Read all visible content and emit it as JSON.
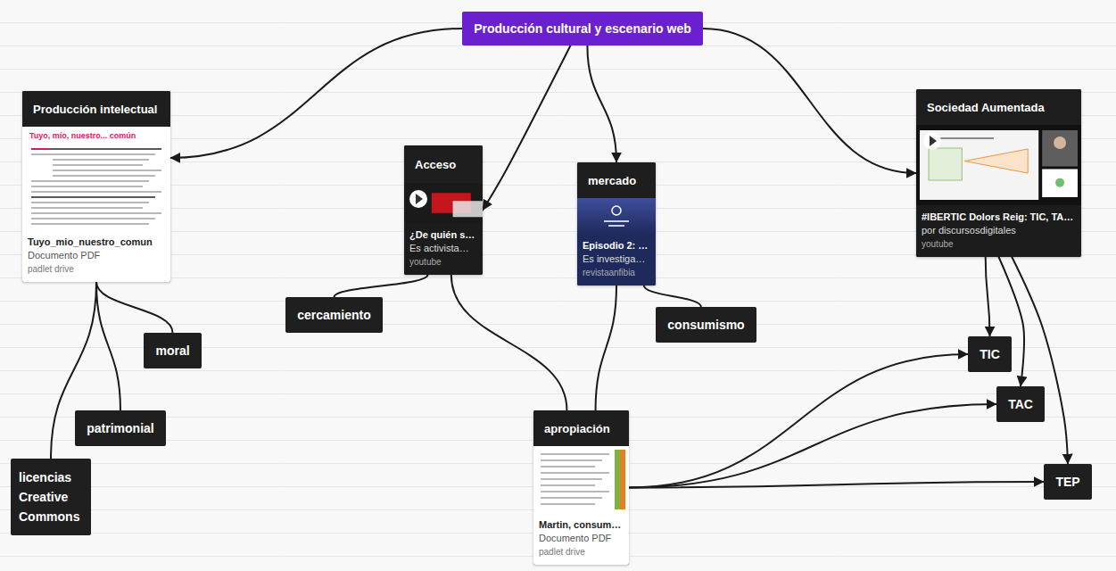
{
  "diagram": {
    "nodes": [
      {
        "text": [
          "Producción cultural y escenario web"
        ]
      },
      {
        "text": [
          "Producción intelectual",
          "Tuyo, mío, nuestro... común",
          "Tuyo_mio_nuestro_comun",
          "Documento PDF",
          "padlet drive"
        ]
      },
      {
        "text": [
          "Acceso",
          "¿De quién s…",
          "Es activista…",
          "youtube"
        ]
      },
      {
        "text": [
          "mercado",
          "Episodio 2: …",
          "Es investiga…",
          "revistaanfibia"
        ]
      },
      {
        "text": [
          "Sociedad Aumentada",
          "#IBERTIC Dolors Reig: TIC, TA…",
          "por discursosdigitales",
          "youtube"
        ]
      },
      {
        "text": [
          "cercamiento"
        ]
      },
      {
        "text": [
          "consumismo"
        ]
      },
      {
        "text": [
          "moral"
        ]
      },
      {
        "text": [
          "TIC"
        ]
      },
      {
        "text": [
          "TAC"
        ]
      },
      {
        "text": [
          "patrimonial"
        ]
      },
      {
        "text": [
          "apropiación",
          "Martin, consum…",
          "Documento PDF",
          "padlet drive"
        ]
      },
      {
        "text": [
          "licencias Creative Commons"
        ]
      },
      {
        "text": [
          "TEP"
        ]
      }
    ],
    "edges": [
      {
        "from": 0,
        "to": 1,
        "arrow": "to"
      },
      {
        "from": 0,
        "to": 2,
        "arrow": "to"
      },
      {
        "from": 0,
        "to": 3,
        "arrow": "to"
      },
      {
        "from": 0,
        "to": 4,
        "arrow": "to"
      },
      {
        "from": 1,
        "to": 7,
        "arrow": "none"
      },
      {
        "from": 1,
        "to": 10,
        "arrow": "none"
      },
      {
        "from": 1,
        "to": 12,
        "arrow": "none"
      },
      {
        "from": 2,
        "to": 5,
        "arrow": "none"
      },
      {
        "from": 2,
        "to": 11,
        "arrow": "none"
      },
      {
        "from": 3,
        "to": 11,
        "arrow": "none"
      },
      {
        "from": 3,
        "to": 6,
        "arrow": "none"
      },
      {
        "from": 4,
        "to": 8,
        "arrow": "to"
      },
      {
        "from": 4,
        "to": 9,
        "arrow": "to"
      },
      {
        "from": 4,
        "to": 13,
        "arrow": "to"
      },
      {
        "from": 11,
        "to": 8,
        "arrow": "to"
      },
      {
        "from": 11,
        "to": 9,
        "arrow": "to"
      },
      {
        "from": 11,
        "to": 13,
        "arrow": "to"
      }
    ]
  }
}
